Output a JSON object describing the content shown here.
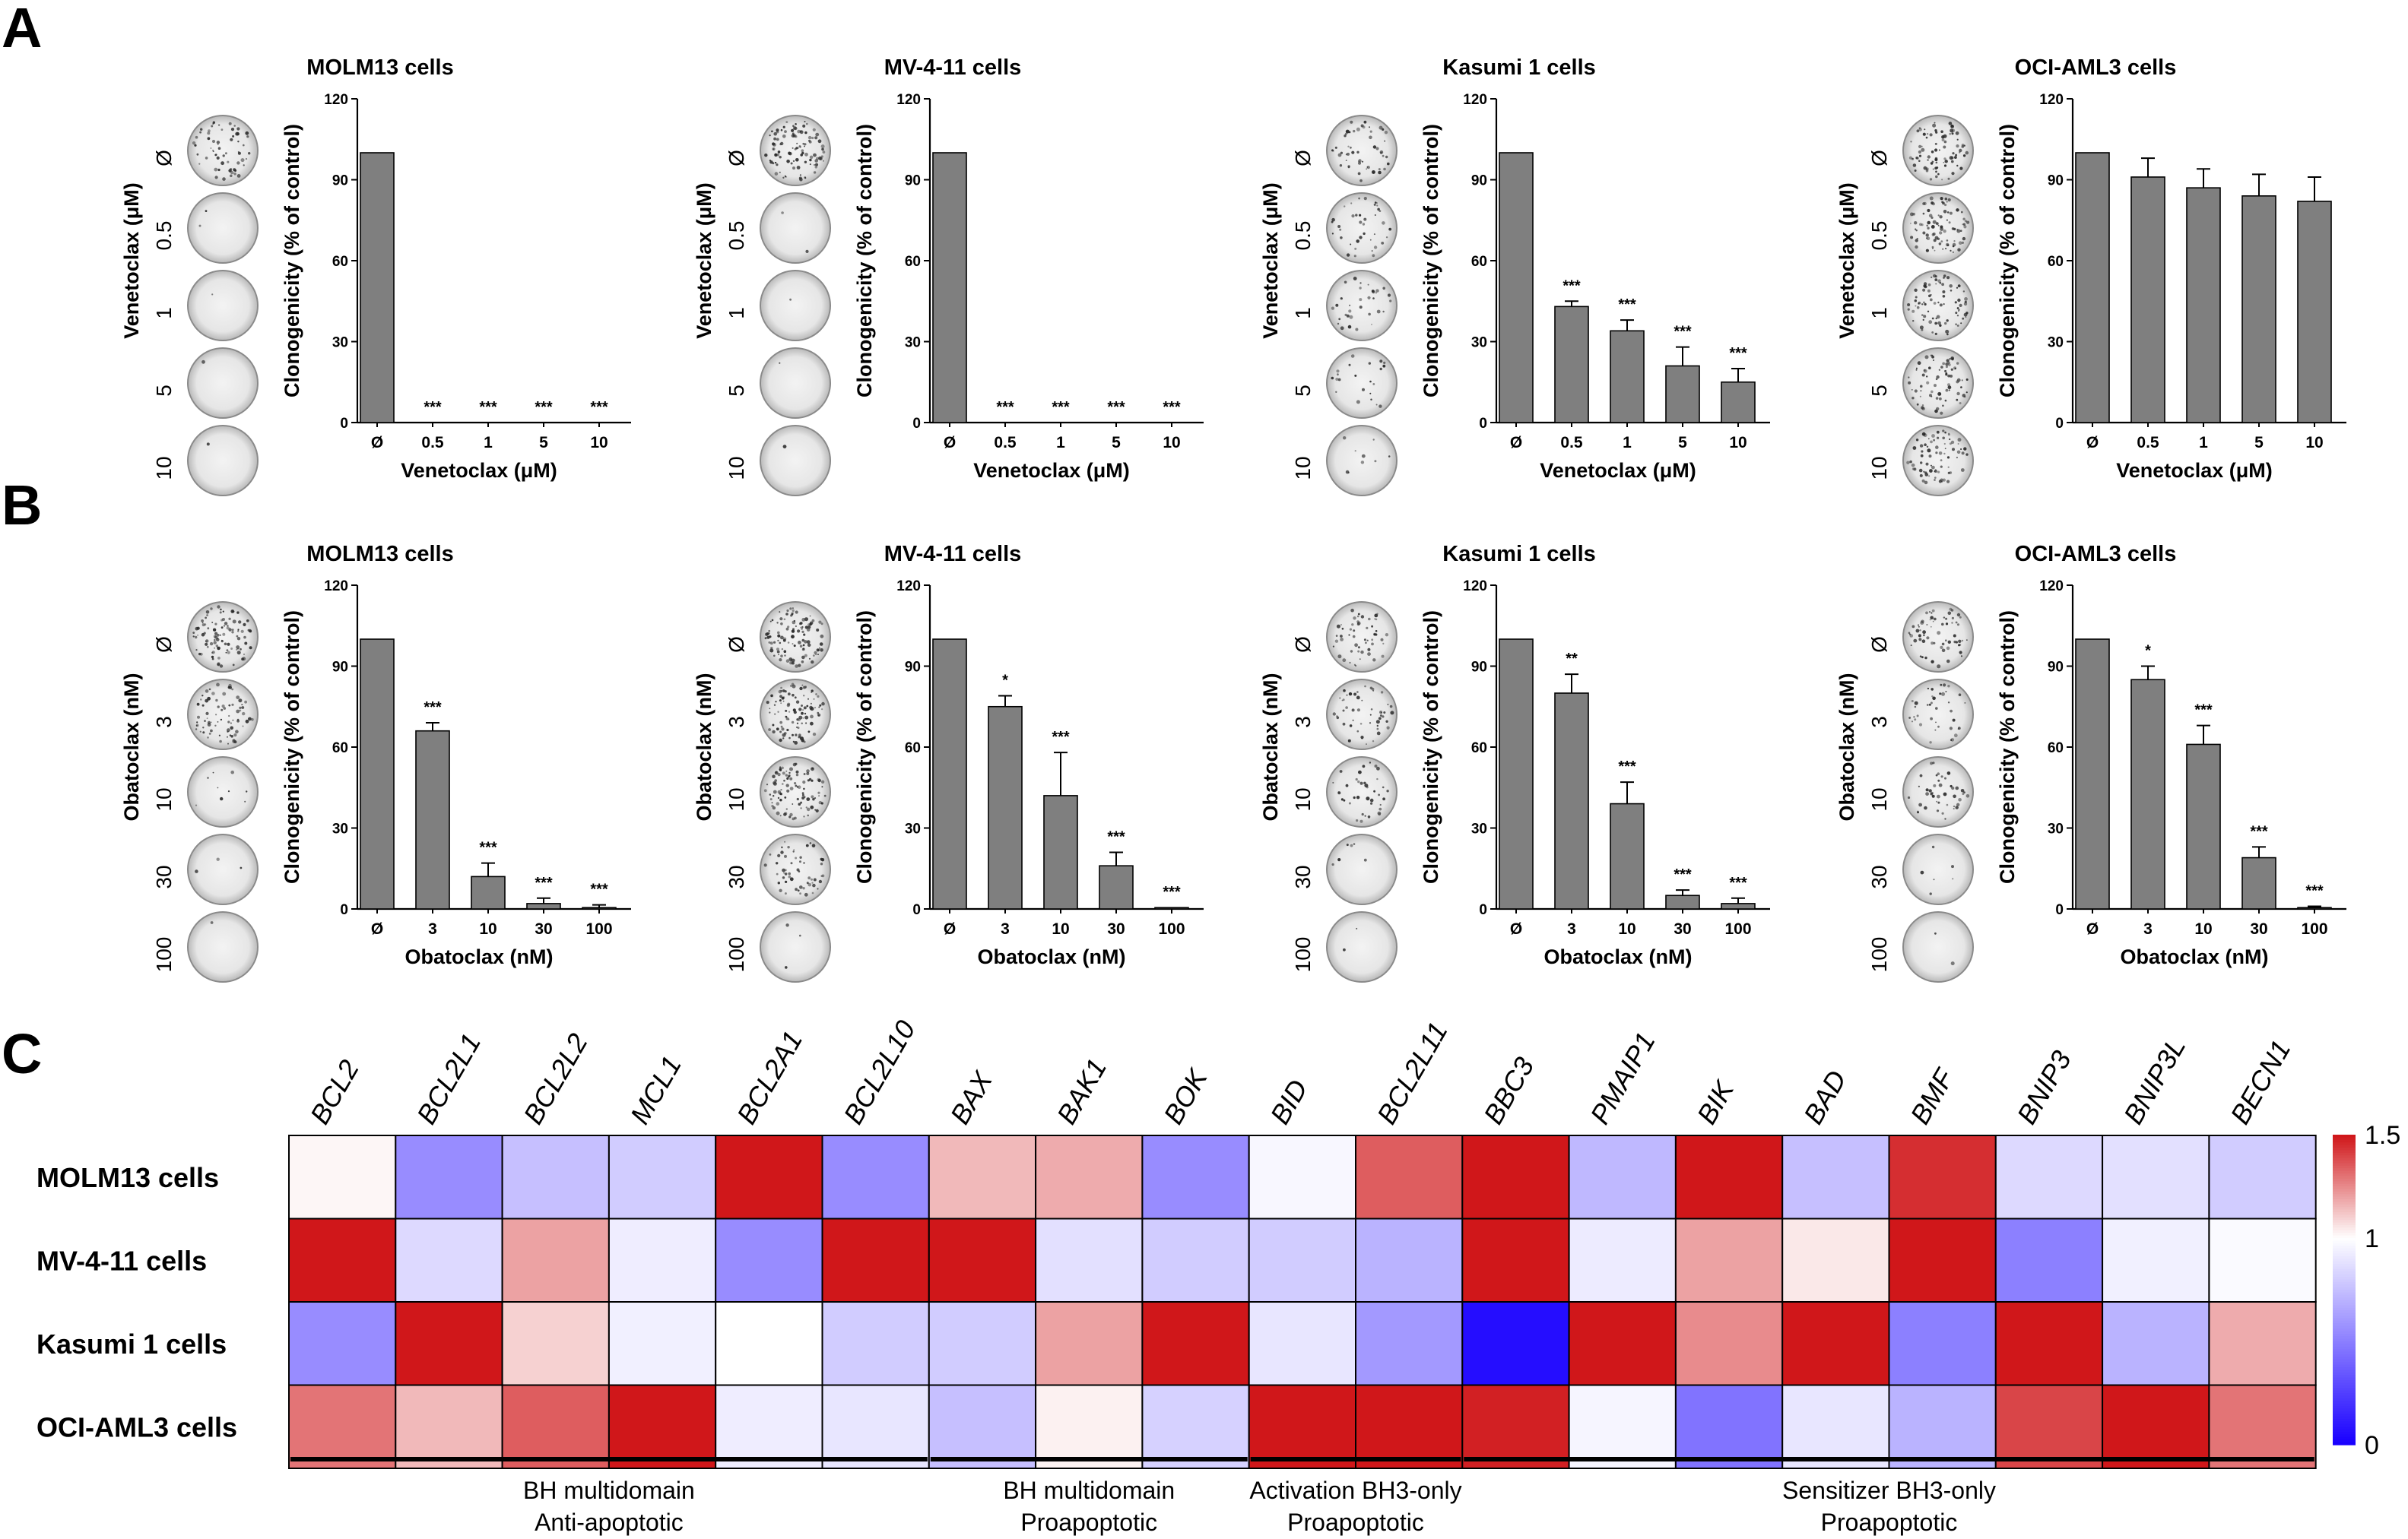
{
  "panels": [
    {
      "letter": "A"
    },
    {
      "letter": "B"
    },
    {
      "letter": "C"
    }
  ],
  "chart_data": [
    {
      "type": "bar",
      "panel": "A",
      "title": "MOLM13 cells",
      "drug_axis_label": "Venetoclax (μM)",
      "xlabel": "Venetoclax (μM)",
      "ylabel": "Clonogenicity (% of control)",
      "categories": [
        "Ø",
        "0.5",
        "1",
        "5",
        "10"
      ],
      "values": [
        100,
        0,
        0,
        0,
        0
      ],
      "errors": [
        0,
        0,
        0,
        0,
        0
      ],
      "significance": [
        "",
        "***",
        "***",
        "***",
        "***"
      ],
      "ylim": [
        0,
        120
      ],
      "yticks": [
        "0",
        "30",
        "60",
        "90",
        "120"
      ],
      "bar_color": "#7f7f7f",
      "plate_labels": [
        "Ø",
        "0.5",
        "1",
        "5",
        "10"
      ],
      "plate_density": [
        0.55,
        0.02,
        0.01,
        0.01,
        0.01
      ]
    },
    {
      "type": "bar",
      "panel": "A",
      "title": "MV-4-11 cells",
      "drug_axis_label": "Venetoclax (μM)",
      "xlabel": "Venetoclax (μM)",
      "ylabel": "Clonogenicity (% of control)",
      "categories": [
        "Ø",
        "0.5",
        "1",
        "5",
        "10"
      ],
      "values": [
        100,
        0,
        0,
        0,
        0
      ],
      "errors": [
        0,
        0,
        0,
        0,
        0
      ],
      "significance": [
        "",
        "***",
        "***",
        "***",
        "***"
      ],
      "ylim": [
        0,
        120
      ],
      "yticks": [
        "0",
        "30",
        "60",
        "90",
        "120"
      ],
      "bar_color": "#7f7f7f",
      "plate_labels": [
        "Ø",
        "0.5",
        "1",
        "5",
        "10"
      ],
      "plate_density": [
        0.95,
        0.02,
        0.01,
        0.01,
        0.01
      ]
    },
    {
      "type": "bar",
      "panel": "A",
      "title": "Kasumi 1 cells",
      "drug_axis_label": "Venetoclax (μM)",
      "xlabel": "Venetoclax (μM)",
      "ylabel": "Clonogenicity (% of control)",
      "categories": [
        "Ø",
        "0.5",
        "1",
        "5",
        "10"
      ],
      "values": [
        100,
        43,
        34,
        21,
        15
      ],
      "errors": [
        0,
        2,
        4,
        7,
        5
      ],
      "significance": [
        "",
        "***",
        "***",
        "***",
        "***"
      ],
      "ylim": [
        0,
        120
      ],
      "yticks": [
        "0",
        "30",
        "60",
        "90",
        "120"
      ],
      "bar_color": "#7f7f7f",
      "plate_labels": [
        "Ø",
        "0.5",
        "1",
        "5",
        "10"
      ],
      "plate_density": [
        0.5,
        0.35,
        0.3,
        0.2,
        0.08
      ]
    },
    {
      "type": "bar",
      "panel": "A",
      "title": "OCI-AML3 cells",
      "drug_axis_label": "Venetoclax (μM)",
      "xlabel": "Venetoclax (μM)",
      "ylabel": "Clonogenicity (% of control)",
      "categories": [
        "Ø",
        "0.5",
        "1",
        "5",
        "10"
      ],
      "values": [
        100,
        91,
        87,
        84,
        82
      ],
      "errors": [
        0,
        7,
        7,
        8,
        9
      ],
      "significance": [
        "",
        "",
        "",
        "",
        ""
      ],
      "ylim": [
        0,
        120
      ],
      "yticks": [
        "0",
        "30",
        "60",
        "90",
        "120"
      ],
      "bar_color": "#7f7f7f",
      "plate_labels": [
        "Ø",
        "0.5",
        "1",
        "5",
        "10"
      ],
      "plate_density": [
        0.8,
        0.8,
        0.75,
        0.7,
        0.7
      ]
    },
    {
      "type": "bar",
      "panel": "B",
      "title": "MOLM13 cells",
      "drug_axis_label": "Obatoclax (nM)",
      "xlabel": "Obatoclax (nM)",
      "ylabel": "Clonogenicity (% of control)",
      "categories": [
        "Ø",
        "3",
        "10",
        "30",
        "100"
      ],
      "values": [
        100,
        66,
        12,
        2,
        0.5
      ],
      "errors": [
        0,
        3,
        5,
        2,
        1
      ],
      "significance": [
        "",
        "***",
        "***",
        "***",
        "***"
      ],
      "ylim": [
        0,
        120
      ],
      "yticks": [
        "0",
        "30",
        "60",
        "90",
        "120"
      ],
      "bar_color": "#7f7f7f",
      "plate_labels": [
        "Ø",
        "3",
        "10",
        "30",
        "100"
      ],
      "plate_density": [
        0.95,
        0.7,
        0.08,
        0.03,
        0.01
      ]
    },
    {
      "type": "bar",
      "panel": "B",
      "title": "MV-4-11 cells",
      "drug_axis_label": "Obatoclax (nM)",
      "xlabel": "Obatoclax (nM)",
      "ylabel": "Clonogenicity (% of control)",
      "categories": [
        "Ø",
        "3",
        "10",
        "30",
        "100"
      ],
      "values": [
        100,
        75,
        42,
        16,
        0.5
      ],
      "errors": [
        0,
        4,
        16,
        5,
        0
      ],
      "significance": [
        "",
        "*",
        "***",
        "***",
        "***"
      ],
      "ylim": [
        0,
        120
      ],
      "yticks": [
        "0",
        "30",
        "60",
        "90",
        "120"
      ],
      "bar_color": "#7f7f7f",
      "plate_labels": [
        "Ø",
        "3",
        "10",
        "30",
        "100"
      ],
      "plate_density": [
        1.0,
        0.95,
        0.9,
        0.5,
        0.03
      ]
    },
    {
      "type": "bar",
      "panel": "B",
      "title": "Kasumi 1 cells",
      "drug_axis_label": "Obatoclax (nM)",
      "xlabel": "Obatoclax (nM)",
      "ylabel": "Clonogenicity (% of control)",
      "categories": [
        "Ø",
        "3",
        "10",
        "30",
        "100"
      ],
      "values": [
        100,
        80,
        39,
        5,
        2
      ],
      "errors": [
        0,
        7,
        8,
        2,
        2
      ],
      "significance": [
        "",
        "**",
        "***",
        "***",
        "***"
      ],
      "ylim": [
        0,
        120
      ],
      "yticks": [
        "0",
        "30",
        "60",
        "90",
        "120"
      ],
      "bar_color": "#7f7f7f",
      "plate_labels": [
        "Ø",
        "3",
        "10",
        "30",
        "100"
      ],
      "plate_density": [
        0.5,
        0.45,
        0.35,
        0.05,
        0.02
      ]
    },
    {
      "type": "bar",
      "panel": "B",
      "title": "OCI-AML3 cells",
      "drug_axis_label": "Obatoclax (nM)",
      "xlabel": "Obatoclax (nM)",
      "ylabel": "Clonogenicity (% of control)",
      "categories": [
        "Ø",
        "3",
        "10",
        "30",
        "100"
      ],
      "values": [
        100,
        85,
        61,
        19,
        0.5
      ],
      "errors": [
        0,
        5,
        7,
        4,
        0.5
      ],
      "significance": [
        "",
        "*",
        "***",
        "***",
        "***"
      ],
      "ylim": [
        0,
        120
      ],
      "yticks": [
        "0",
        "30",
        "60",
        "90",
        "120"
      ],
      "bar_color": "#7f7f7f",
      "plate_labels": [
        "Ø",
        "3",
        "10",
        "30",
        "100"
      ],
      "plate_density": [
        0.6,
        0.35,
        0.4,
        0.05,
        0.02
      ]
    },
    {
      "type": "heatmap",
      "panel": "C",
      "rows": [
        "MOLM13 cells",
        "MV-4-11 cells",
        "Kasumi 1 cells",
        "OCI-AML3 cells"
      ],
      "columns": [
        "BCL2",
        "BCL2L1",
        "BCL2L2",
        "MCL1",
        "BCL2A1",
        "BCL2L10",
        "BAX",
        "BAK1",
        "BOK",
        "BID",
        "BCL2L11",
        "BBC3",
        "PMAIP1",
        "BIK",
        "BAD",
        "BMF",
        "BNIP3",
        "BNIP3L",
        "BECN1"
      ],
      "values": [
        [
          1.02,
          0.55,
          0.75,
          0.8,
          1.5,
          0.55,
          1.15,
          1.18,
          0.55,
          0.97,
          1.35,
          1.5,
          0.72,
          1.5,
          0.75,
          1.45,
          0.85,
          0.88,
          0.8
        ],
        [
          1.5,
          0.85,
          1.2,
          0.93,
          0.55,
          1.5,
          1.5,
          0.88,
          0.8,
          0.8,
          0.7,
          1.5,
          0.92,
          1.2,
          1.05,
          1.5,
          0.5,
          0.94,
          0.98
        ],
        [
          0.55,
          1.5,
          1.1,
          0.94,
          1.0,
          0.8,
          0.8,
          1.2,
          1.5,
          0.9,
          0.6,
          0.05,
          1.5,
          1.25,
          1.5,
          0.5,
          1.5,
          0.7,
          1.18
        ],
        [
          1.3,
          1.15,
          1.35,
          1.5,
          0.93,
          0.9,
          0.75,
          1.03,
          0.82,
          1.5,
          1.5,
          1.48,
          0.96,
          0.45,
          0.9,
          0.7,
          1.4,
          1.5,
          1.3
        ]
      ],
      "color_scale": {
        "min": 0,
        "mid": 1,
        "max": 1.5,
        "low_color": "#1900ff",
        "mid_color": "#ffffff",
        "high_color": "#d0171a"
      },
      "colorbar_ticks": [
        "0",
        "1",
        "1.5"
      ],
      "groups": [
        {
          "line1": "BH multidomain",
          "line2": "Anti-apoptotic",
          "from": 0,
          "to": 5
        },
        {
          "line1": "BH multidomain",
          "line2": "Proapoptotic",
          "from": 6,
          "to": 8
        },
        {
          "line1": "Activation BH3-only",
          "line2": "Proapoptotic",
          "from": 9,
          "to": 10
        },
        {
          "line1": "Sensitizer BH3-only",
          "line2": "Proapoptotic",
          "from": 11,
          "to": 18
        }
      ]
    }
  ]
}
